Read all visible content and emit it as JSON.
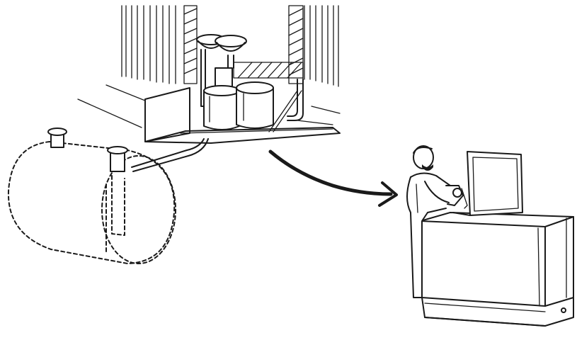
{
  "illustration": {
    "components": [
      "building-foundation",
      "tank-room",
      "storage-tanks",
      "buried-tank",
      "flow-arrow",
      "operator",
      "workstation-cabinet"
    ],
    "ink_color": "#1a1a1a",
    "background_color": "#ffffff",
    "arrow_direction": "down-right"
  }
}
